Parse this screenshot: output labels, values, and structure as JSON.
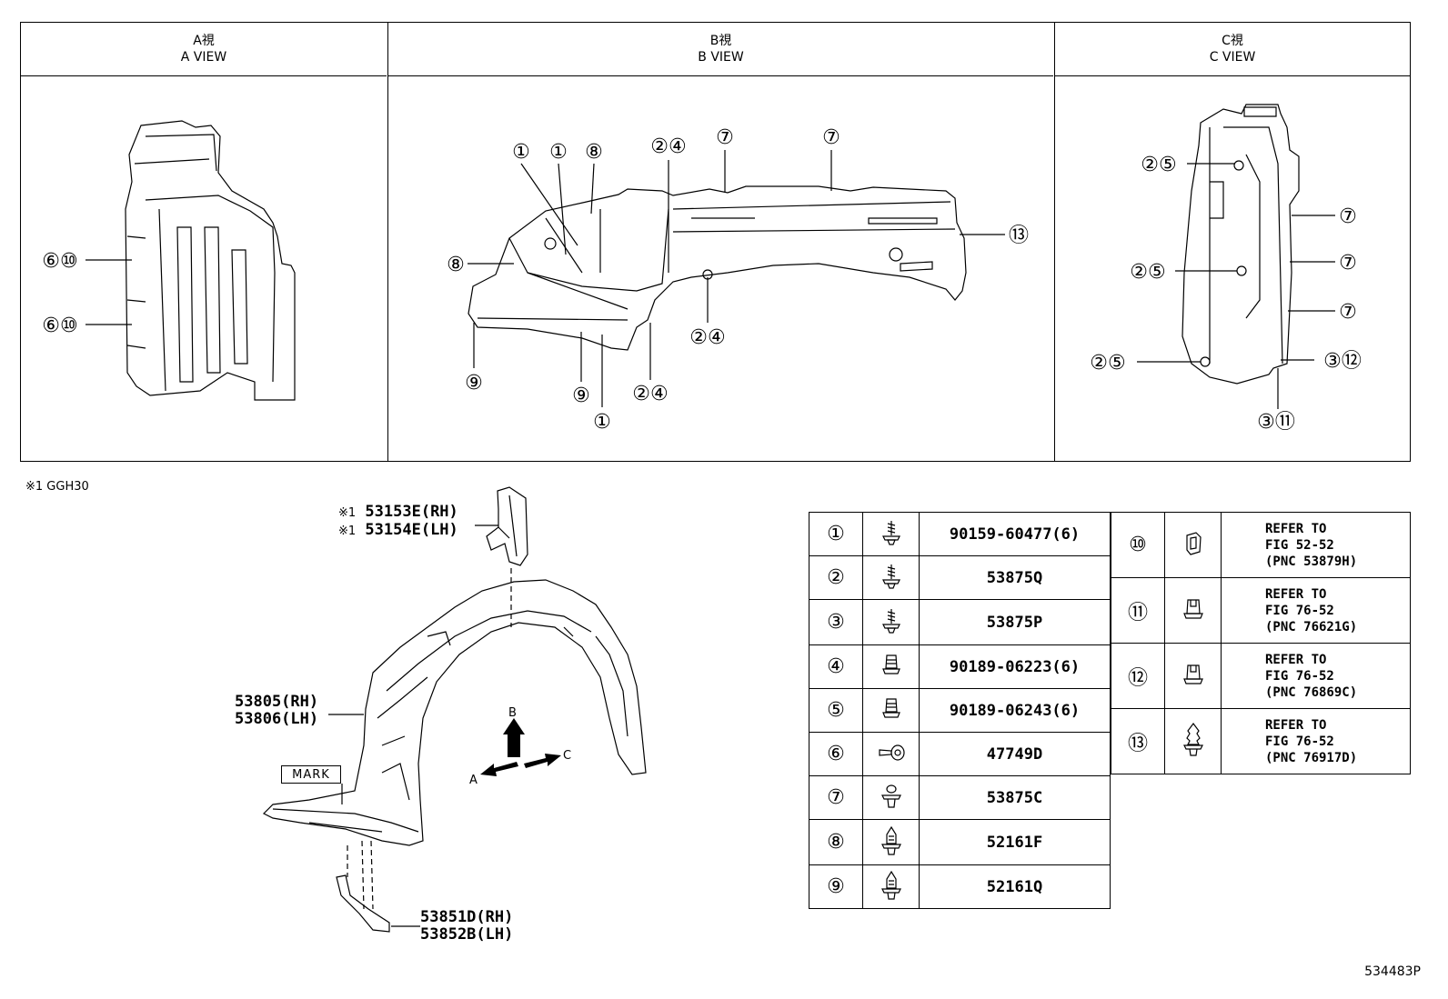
{
  "views": [
    {
      "jp": "A視",
      "en": "A VIEW"
    },
    {
      "jp": "B視",
      "en": "B VIEW"
    },
    {
      "jp": "C視",
      "en": "C VIEW"
    }
  ],
  "callouts": {
    "a": [
      "⑥⑩",
      "⑥⑩"
    ],
    "b": [
      "①",
      "①",
      "⑧",
      "②④",
      "⑦",
      "⑦",
      "⑧",
      "⑬",
      "②④",
      "⑨",
      "⑨",
      "②④",
      "①"
    ],
    "c": [
      "②⑤",
      "②⑤",
      "②⑤",
      "⑦",
      "⑦",
      "⑦",
      "③⑫",
      "③⑪"
    ]
  },
  "note": "※1 GGH30",
  "parts": {
    "bracket_mark": "※1",
    "bracket_rh": "53153E(RH)",
    "bracket_lh": "53154E(LH)",
    "liner_rh": "53805(RH)",
    "liner_lh": "53806(LH)",
    "mark_label": "MARK",
    "seal_rh": "53851D(RH)",
    "seal_lh": "53852B(LH)",
    "dir_a": "A",
    "dir_b": "B",
    "dir_c": "C"
  },
  "legend_left": [
    {
      "num": "①",
      "part": "90159-60477(6)",
      "icon": "screw-icon"
    },
    {
      "num": "②",
      "part": "53875Q",
      "icon": "screw-icon"
    },
    {
      "num": "③",
      "part": "53875P",
      "icon": "screw-icon"
    },
    {
      "num": "④",
      "part": "90189-06223(6)",
      "icon": "nut-clip-icon"
    },
    {
      "num": "⑤",
      "part": "90189-06243(6)",
      "icon": "nut-clip-icon"
    },
    {
      "num": "⑥",
      "part": "47749D",
      "icon": "grommet-icon"
    },
    {
      "num": "⑦",
      "part": "53875C",
      "icon": "push-clip-icon"
    },
    {
      "num": "⑧",
      "part": "52161F",
      "icon": "rivet-clip-icon"
    },
    {
      "num": "⑨",
      "part": "52161Q",
      "icon": "rivet-clip-icon"
    }
  ],
  "legend_right": [
    {
      "num": "⑩",
      "line1": "REFER TO",
      "line2": "FIG 52-52",
      "line3": "(PNC 53879H)",
      "icon": "retainer-icon"
    },
    {
      "num": "⑪",
      "line1": "REFER TO",
      "line2": "FIG 76-52",
      "line3": "(PNC 76621G)",
      "icon": "box-clip-icon"
    },
    {
      "num": "⑫",
      "line1": "REFER TO",
      "line2": "FIG 76-52",
      "line3": "(PNC 76869C)",
      "icon": "box-clip-icon"
    },
    {
      "num": "⑬",
      "line1": "REFER TO",
      "line2": "FIG 76-52",
      "line3": "(PNC 76917D)",
      "icon": "tree-clip-icon"
    }
  ],
  "ref_code": "534483P"
}
